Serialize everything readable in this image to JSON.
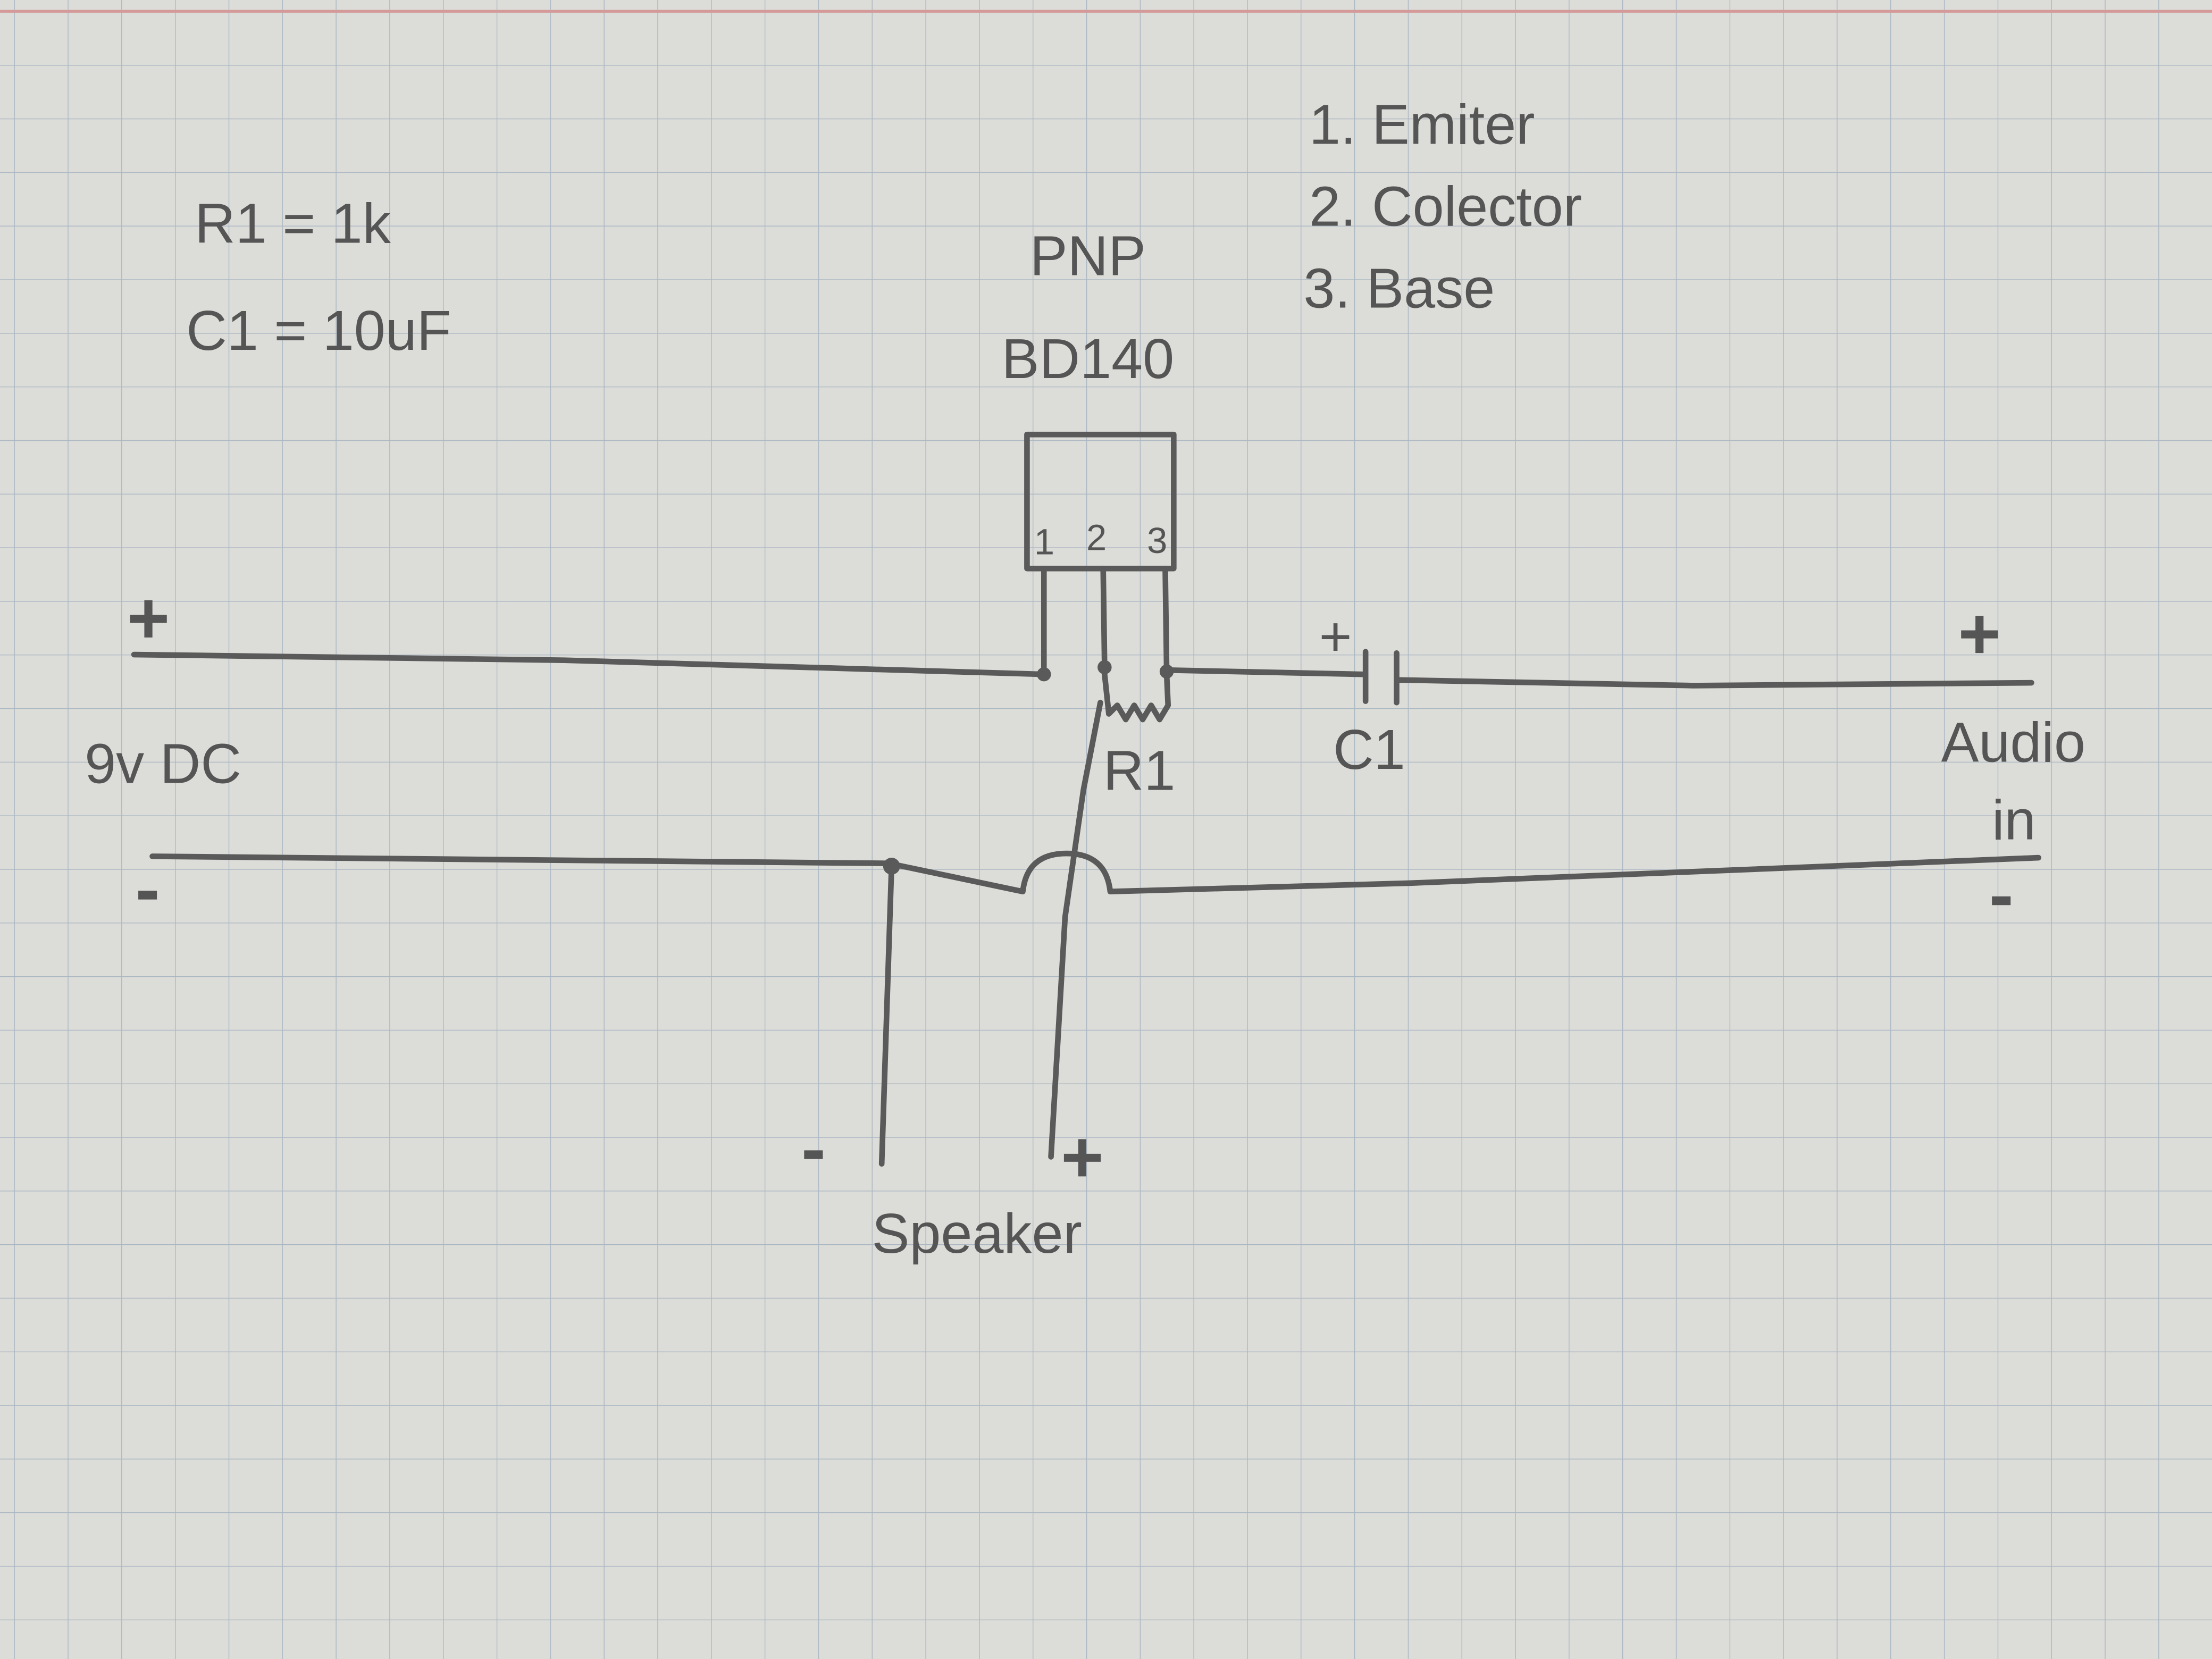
{
  "component_values": {
    "r1": "R1 = 1k",
    "c1": "C1 = 10uF"
  },
  "transistor": {
    "type": "PNP",
    "model": "BD140",
    "pin_numbers": [
      "1",
      "2",
      "3"
    ]
  },
  "pin_legend": [
    "1. Emiter",
    "2. Colector",
    "3. Base"
  ],
  "power": {
    "label": "9v DC",
    "plus": "+",
    "minus": "-"
  },
  "capacitor": {
    "label": "C1",
    "polarity": "+"
  },
  "resistor": {
    "label": "R1"
  },
  "audio_input": {
    "label_line1": "Audio",
    "label_line2": "in",
    "plus": "+",
    "minus": "-"
  },
  "speaker": {
    "label": "Speaker",
    "minus": "-",
    "plus": "+"
  },
  "colors": {
    "paper": "#dcdcd8",
    "grid": "#a9b6c2",
    "ink": "#5a5a5a",
    "margin_line": "#d49a9a"
  }
}
